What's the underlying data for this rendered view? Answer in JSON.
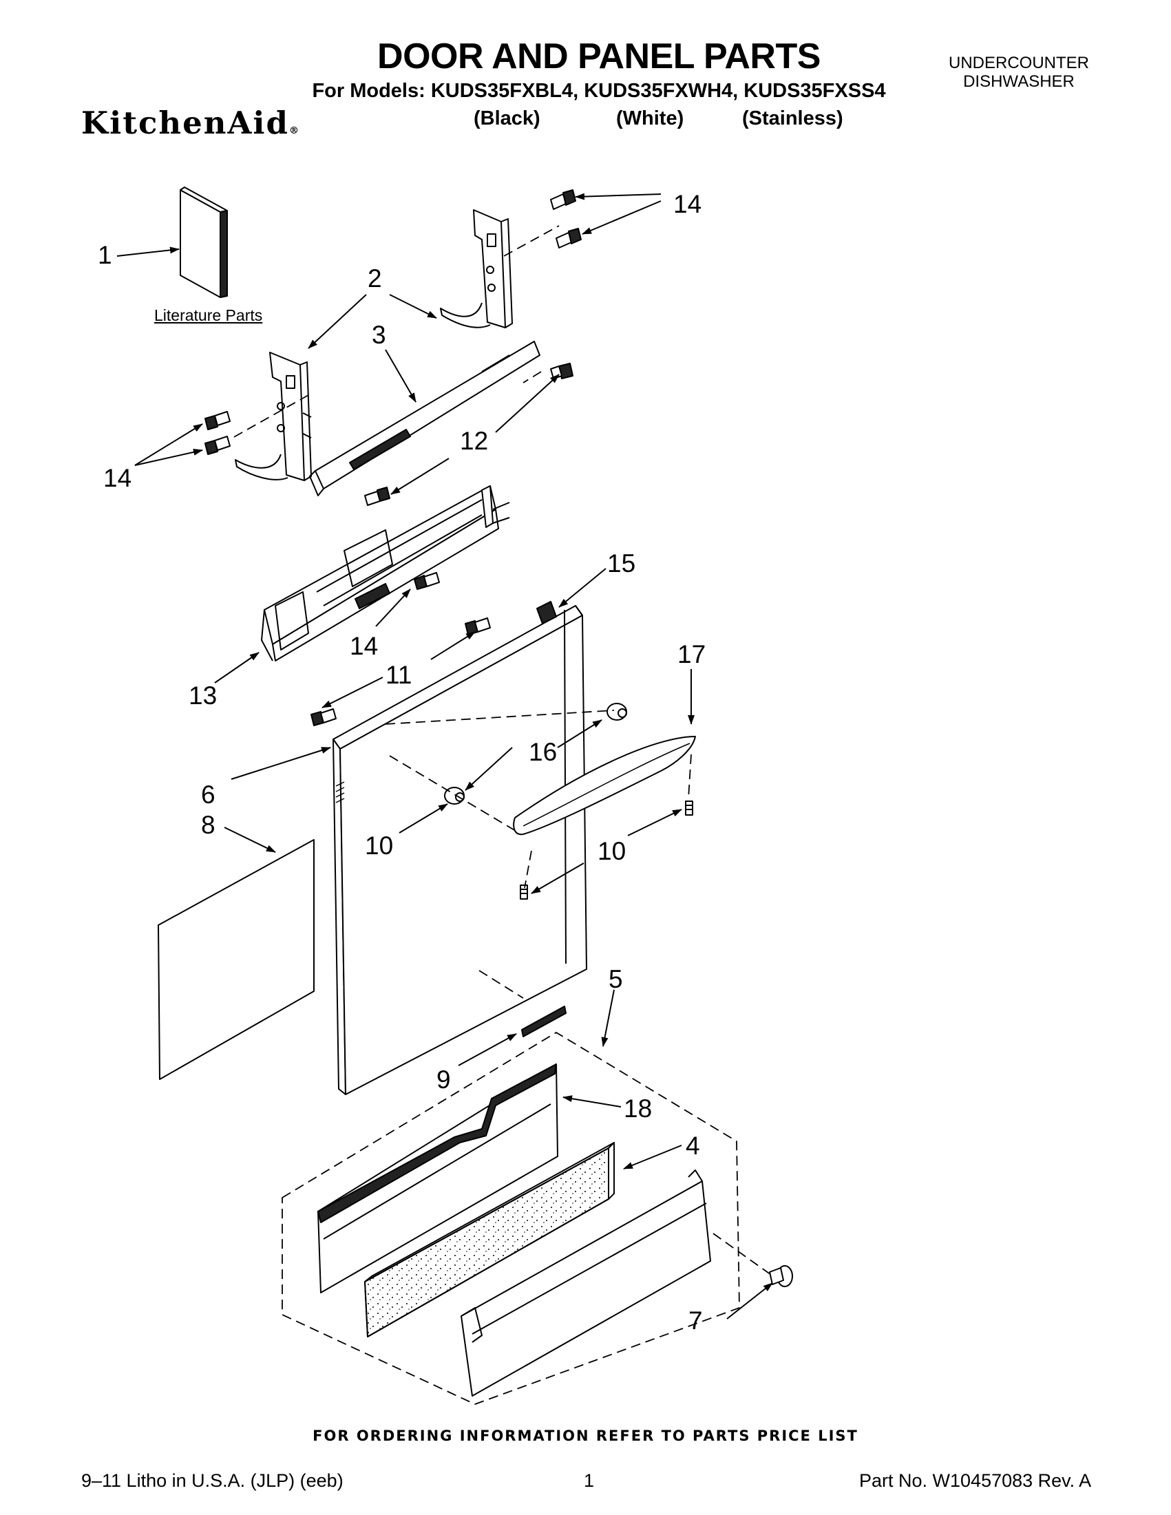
{
  "header": {
    "title": "DOOR AND PANEL PARTS",
    "models_line": "For Models: KUDS35FXBL4, KUDS35FXWH4, KUDS35FXSS4",
    "brand": "KitchenAid",
    "brand_mark": "®",
    "colors": [
      "(Black)",
      "(White)",
      "(Stainless)"
    ],
    "appliance_type_line1": "UNDERCOUNTER",
    "appliance_type_line2": "DISHWASHER"
  },
  "diagram": {
    "literature_label": "Literature Parts",
    "callouts": {
      "c1": "1",
      "c2": "2",
      "c3": "3",
      "c4": "4",
      "c5": "5",
      "c6": "6",
      "c7": "7",
      "c8": "8",
      "c9": "9",
      "c10a": "10",
      "c10b": "10",
      "c11": "11",
      "c12": "12",
      "c13": "13",
      "c14a": "14",
      "c14b": "14",
      "c14c": "14",
      "c15": "15",
      "c16": "16",
      "c17": "17",
      "c18": "18"
    }
  },
  "footer": {
    "ordering_note": "FOR ORDERING INFORMATION REFER TO PARTS PRICE LIST",
    "print_info": "9–11 Litho in U.S.A. (JLP) (eeb)",
    "page_number": "1",
    "part_number": "Part No. W10457083 Rev. A"
  }
}
